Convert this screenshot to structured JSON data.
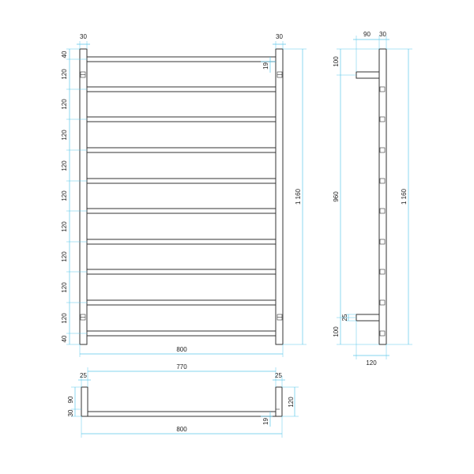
{
  "front_view": {
    "post_width_left": "30",
    "post_width_right": "30",
    "spacing_top": "40",
    "spacing_120": [
      "120",
      "120",
      "120",
      "120",
      "120",
      "120",
      "120",
      "120",
      "120"
    ],
    "spacing_bottom": "40",
    "bar_thickness": "19",
    "overall_height": "1 160",
    "overall_width": "800"
  },
  "side_view": {
    "bracket_depth": "90",
    "post_depth": "30",
    "top_offset": "100",
    "bracket_spacing": "960",
    "bottom_offset": "100",
    "bracket_height": "25",
    "overall_height": "1 160",
    "overall_depth": "120"
  },
  "top_view": {
    "post_width_left": "25",
    "post_width_right": "25",
    "inner_width": "770",
    "bracket_depth": "90",
    "post_depth": "30",
    "overall_depth": "120",
    "bar_thickness": "19",
    "overall_width": "800"
  }
}
